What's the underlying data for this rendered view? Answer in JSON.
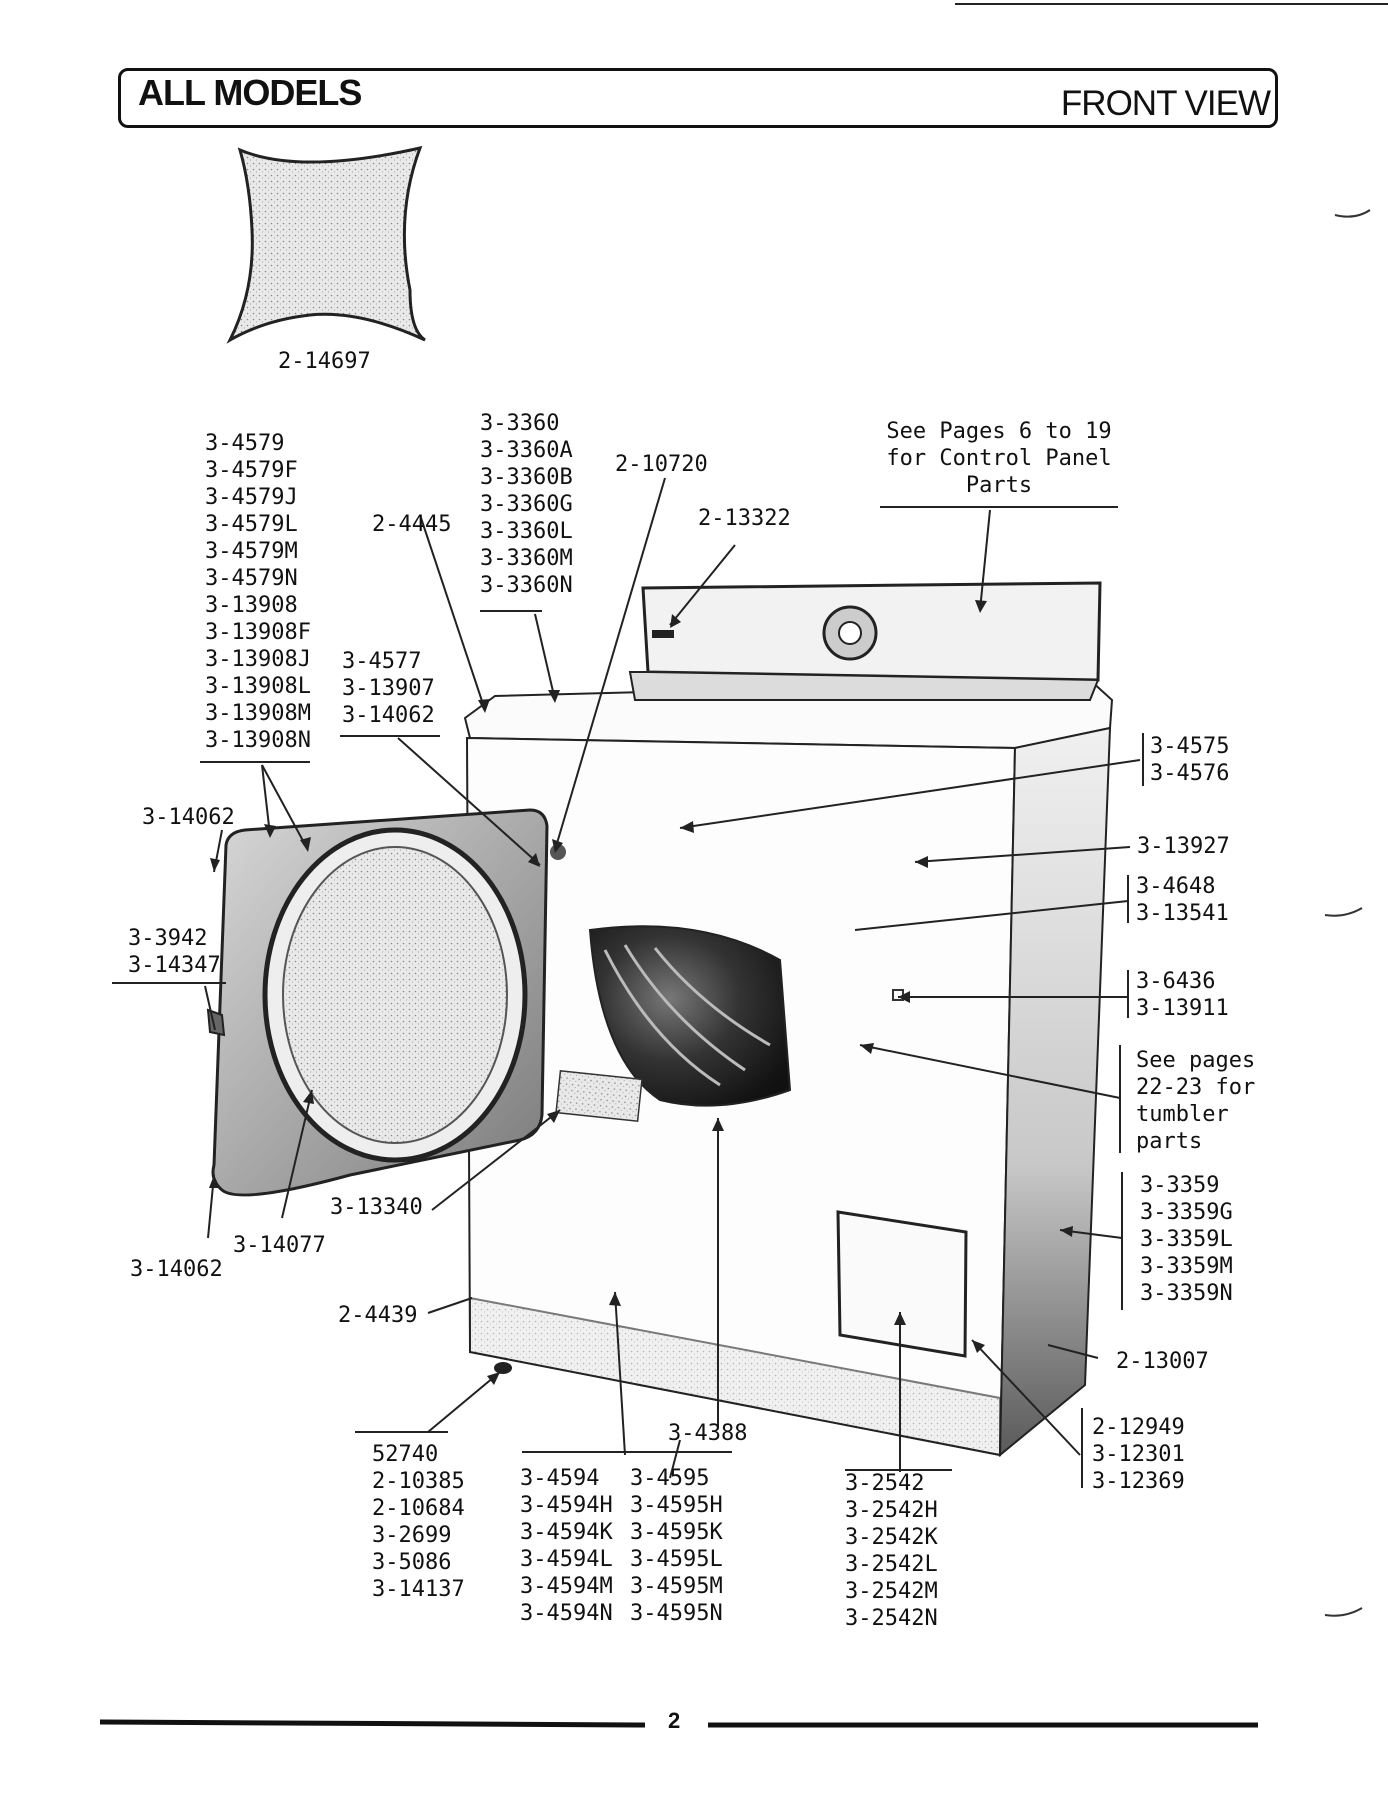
{
  "header": {
    "left": "ALL MODELS",
    "right": "FRONT VIEW"
  },
  "page_number": "2",
  "inset_part": "2-14697",
  "labels": {
    "door_seal_group": [
      "3-4579",
      "3-4579F",
      "3-4579J",
      "3-4579L",
      "3-4579M",
      "3-4579N",
      "3-13908",
      "3-13908F",
      "3-13908J",
      "3-13908L",
      "3-13908M",
      "3-13908N"
    ],
    "top_group": [
      "3-3360",
      "3-3360A",
      "3-3360B",
      "3-3360G",
      "3-3360L",
      "3-3360M",
      "3-3360N"
    ],
    "hinge_group": [
      "3-4577",
      "3-13907",
      "3-14062"
    ],
    "p2_4445": "2-4445",
    "p2_10720": "2-10720",
    "p2_13322": "2-13322",
    "control_panel_note": [
      "See Pages 6 to 19",
      "for Control Panel",
      "Parts"
    ],
    "right_4575": [
      "3-4575",
      "3-4576"
    ],
    "p3_13927": "3-13927",
    "right_4648": [
      "3-4648",
      "3-13541"
    ],
    "right_6436": [
      "3-6436",
      "3-13911"
    ],
    "tumbler_note": [
      "See pages",
      "22-23 for",
      "tumbler",
      "parts"
    ],
    "right_3359": [
      "3-3359",
      "3-3359G",
      "3-3359L",
      "3-3359M",
      "3-3359N"
    ],
    "p2_13007": "2-13007",
    "right_12949": [
      "2-12949",
      "3-12301",
      "3-12369"
    ],
    "left_14062_a": "3-14062",
    "left_3942": [
      "3-3942",
      "3-14347"
    ],
    "p3_13340": "3-13340",
    "p3_14077": "3-14077",
    "left_14062_b": "3-14062",
    "p2_4439": "2-4439",
    "p3_4388": "3-4388",
    "bottom_52740": [
      "52740",
      "2-10385",
      "2-10684",
      "3-2699",
      "3-5086",
      "3-14137"
    ],
    "bottom_4594": [
      "3-4594",
      "3-4594H",
      "3-4594K",
      "3-4594L",
      "3-4594M",
      "3-4594N"
    ],
    "bottom_4595": [
      "3-4595",
      "3-4595H",
      "3-4595K",
      "3-4595L",
      "3-4595M",
      "3-4595N"
    ],
    "bottom_2542": [
      "3-2542",
      "3-2542H",
      "3-2542K",
      "3-2542L",
      "3-2542M",
      "3-2542N"
    ]
  }
}
